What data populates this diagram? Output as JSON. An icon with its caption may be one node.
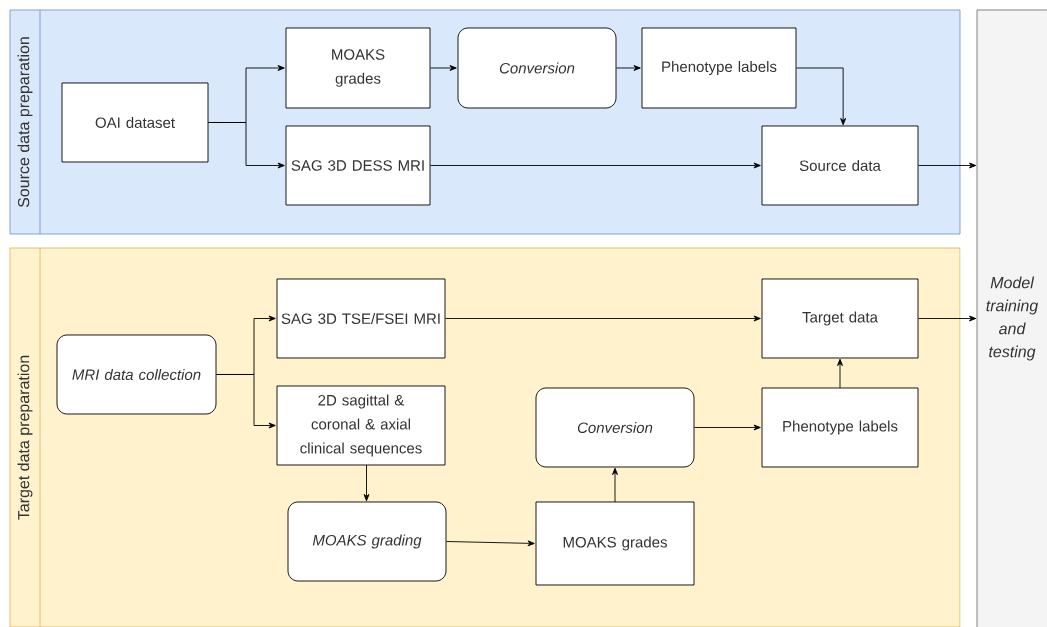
{
  "diagram": {
    "nodes": [
      {
        "text": [
          "Source data preparation"
        ]
      },
      {
        "text": [
          "OAI dataset"
        ],
        "in": 0
      },
      {
        "text": [
          "MOAKS grades"
        ],
        "in": 0
      },
      {
        "text": [
          "Conversion"
        ],
        "in": 0
      },
      {
        "text": [
          "Phenotype labels"
        ],
        "in": 0
      },
      {
        "text": [
          "SAG 3D DESS MRI"
        ],
        "in": 0
      },
      {
        "text": [
          "Source data"
        ],
        "in": 0
      },
      {
        "text": [
          "Target data preparation"
        ]
      },
      {
        "text": [
          "MRI data collection"
        ],
        "in": 7
      },
      {
        "text": [
          "SAG 3D TSE/FSEI MRI"
        ],
        "in": 7
      },
      {
        "text": [
          "2D sagittal & coronal & axial clinical sequences"
        ],
        "in": 7
      },
      {
        "text": [
          "MOAKS grading"
        ],
        "in": 7
      },
      {
        "text": [
          "Conversion"
        ],
        "in": 7
      },
      {
        "text": [
          "MOAKS grades"
        ],
        "in": 7
      },
      {
        "text": [
          "Target data"
        ],
        "in": 7
      },
      {
        "text": [
          "Phenotype labels"
        ],
        "in": 7
      },
      {
        "text": [
          "Model training and testing"
        ]
      }
    ],
    "edges": [
      {
        "from": 1,
        "to": 2,
        "arrow": "to"
      },
      {
        "from": 1,
        "to": 5,
        "arrow": "to"
      },
      {
        "from": 2,
        "to": 3,
        "arrow": "to"
      },
      {
        "from": 3,
        "to": 4,
        "arrow": "to"
      },
      {
        "from": 4,
        "to": 6,
        "arrow": "to"
      },
      {
        "from": 5,
        "to": 6,
        "arrow": "to"
      },
      {
        "from": 6,
        "to": 16,
        "arrow": "to"
      },
      {
        "from": 8,
        "to": 9,
        "arrow": "to"
      },
      {
        "from": 8,
        "to": 10,
        "arrow": "to"
      },
      {
        "from": 9,
        "to": 14,
        "arrow": "to"
      },
      {
        "from": 10,
        "to": 11,
        "arrow": "to"
      },
      {
        "from": 11,
        "to": 13,
        "arrow": "to"
      },
      {
        "from": 13,
        "to": 12,
        "arrow": "to"
      },
      {
        "from": 12,
        "to": 15,
        "arrow": "to"
      },
      {
        "from": 15,
        "to": 14,
        "arrow": "to"
      },
      {
        "from": 14,
        "to": 16,
        "arrow": "to"
      }
    ]
  }
}
